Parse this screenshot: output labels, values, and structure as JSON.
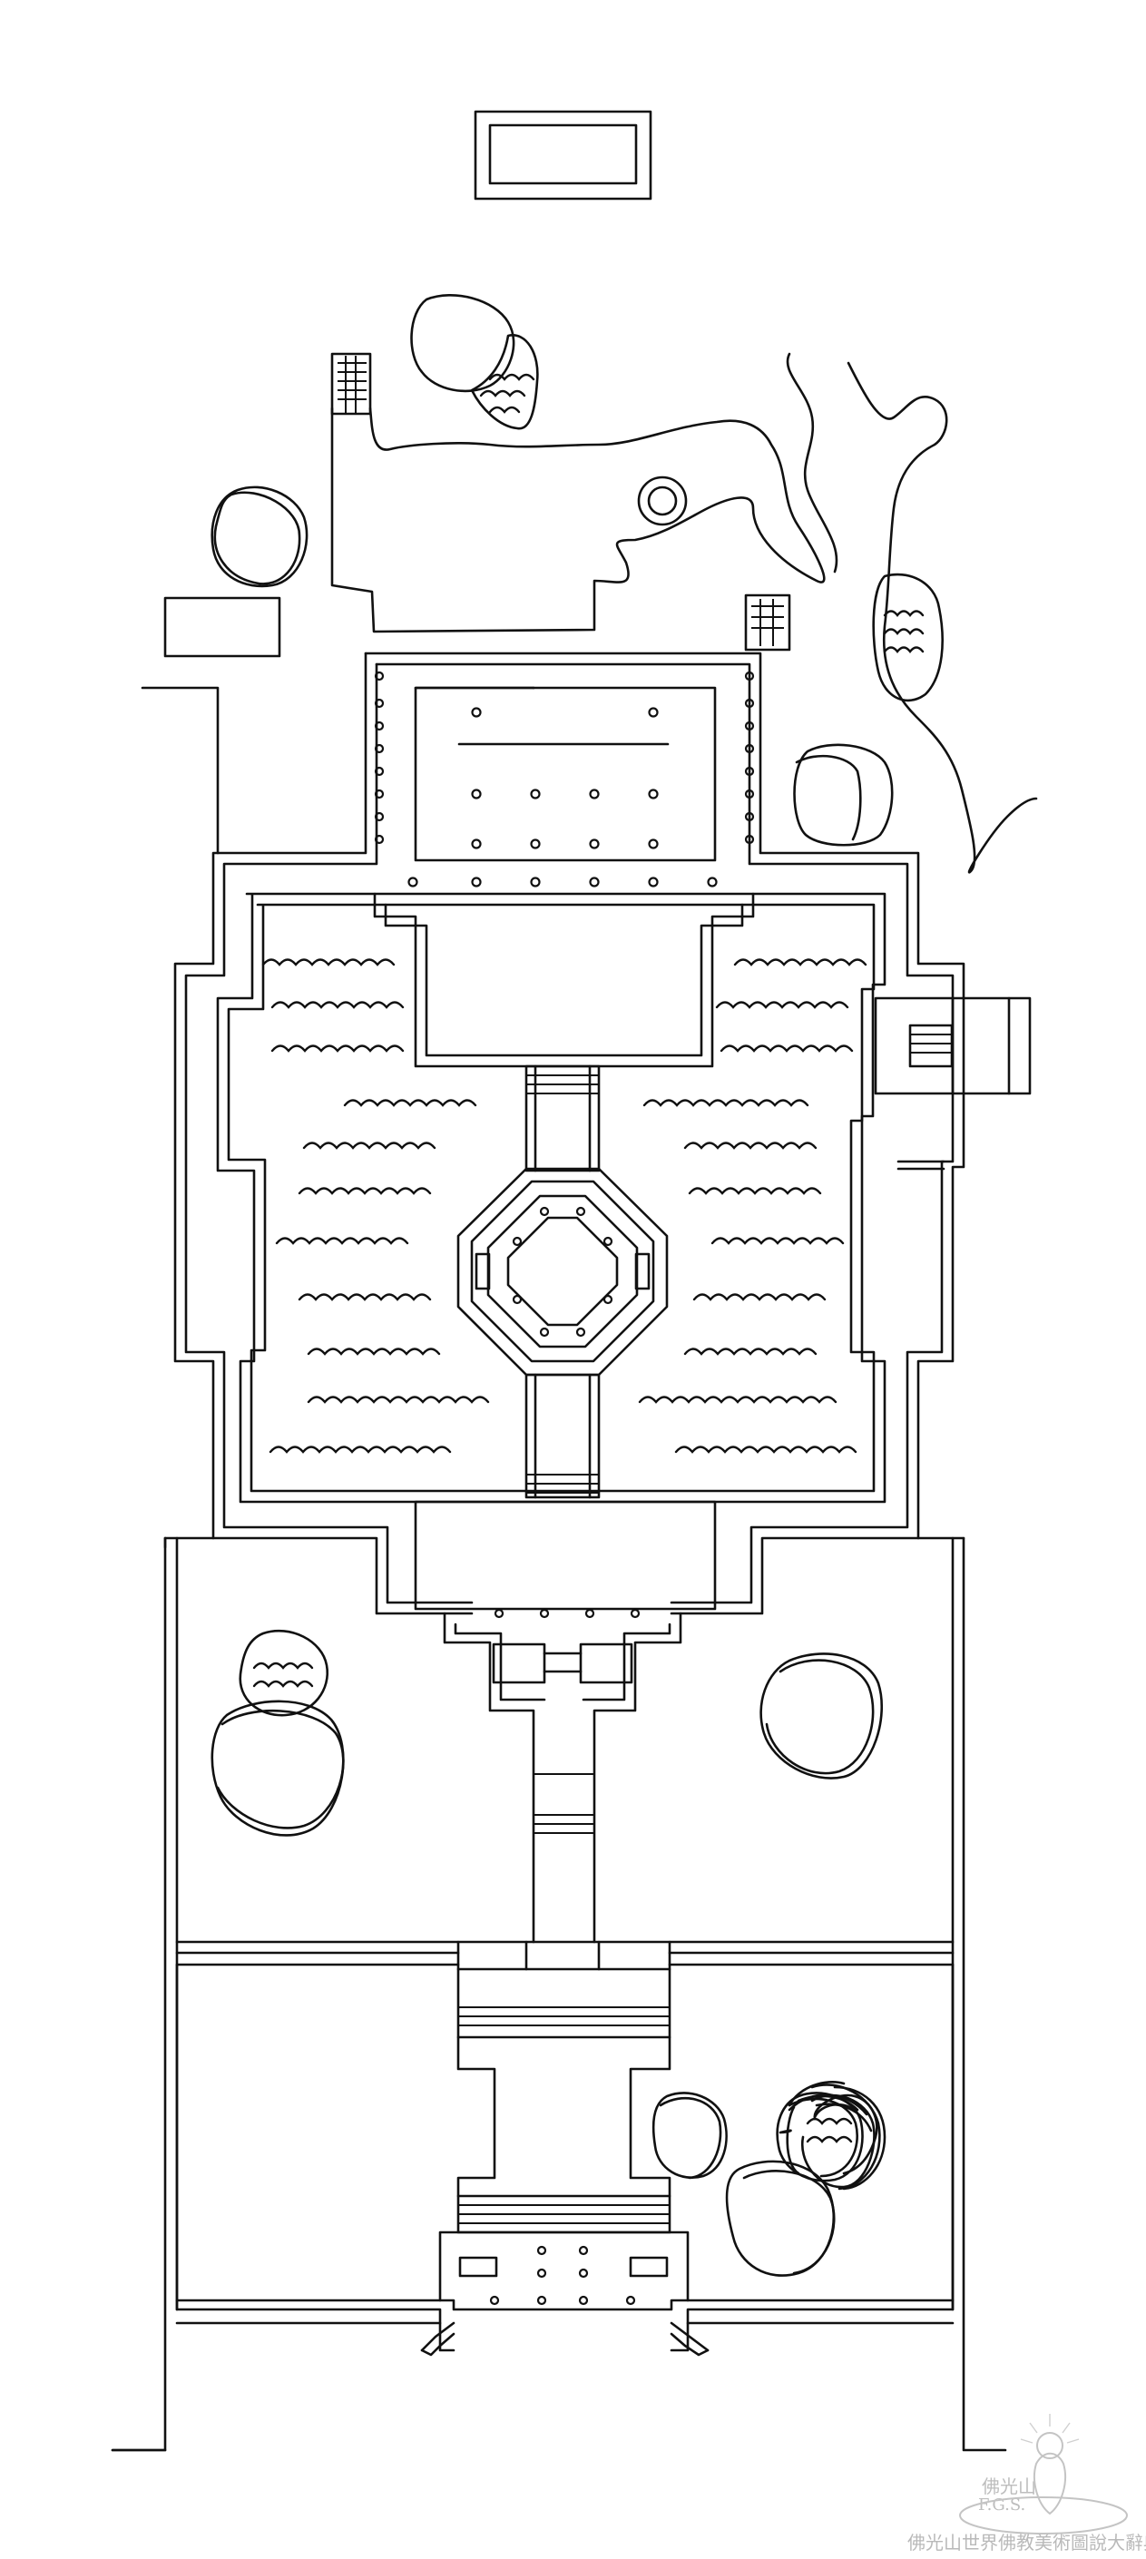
{
  "diagram": {
    "kind": "garden-plan",
    "line_color": "#111111",
    "background": "#ffffff"
  },
  "watermark": {
    "logo_cn": "佛光山",
    "logo_en": "F.G.S.",
    "caption": "佛光山世界佛教美術圖說大辭典",
    "color": "#bbbbbb"
  }
}
